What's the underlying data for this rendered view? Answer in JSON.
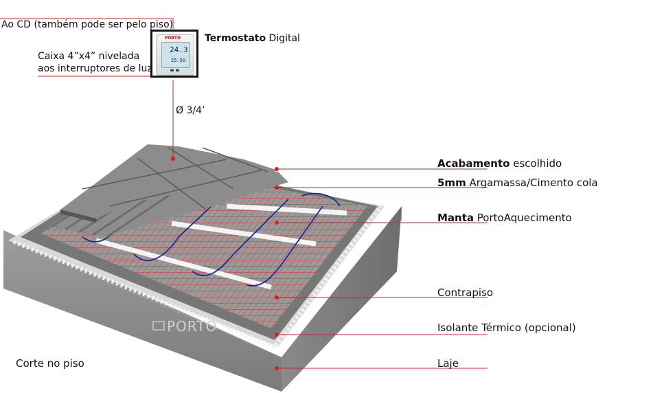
{
  "labels": {
    "ao_cd": "Ao CD (também pode ser pelo piso)",
    "caixa_line1": "Caixa 4”x4” nivelada",
    "caixa_line2": "aos interruptores de luz",
    "termostato_bold": "Termostato",
    "termostato_rest": " Digital",
    "diametro": "Ø 3/4’",
    "acabamento_bold": "Acabamento",
    "acabamento_rest": " escolhido",
    "argamassa_bold": "5mm",
    "argamassa_rest": " Argamassa/Cimento cola",
    "manta_bold": "Manta",
    "manta_rest": " PortoAquecimento",
    "contrapiso": "Contrapiso",
    "isolante": "Isolante Térmico (opcional)",
    "laje": "Laje",
    "corte": "Corte no piso"
  },
  "thermostat": {
    "brand": "PORTO",
    "temp_main": "24.3",
    "temp_set": "25.50"
  },
  "logo": {
    "text": "PORTO"
  },
  "colors": {
    "leader_line": "#d42020",
    "mesh": "#e03030",
    "cable": "#1a2a8a"
  }
}
